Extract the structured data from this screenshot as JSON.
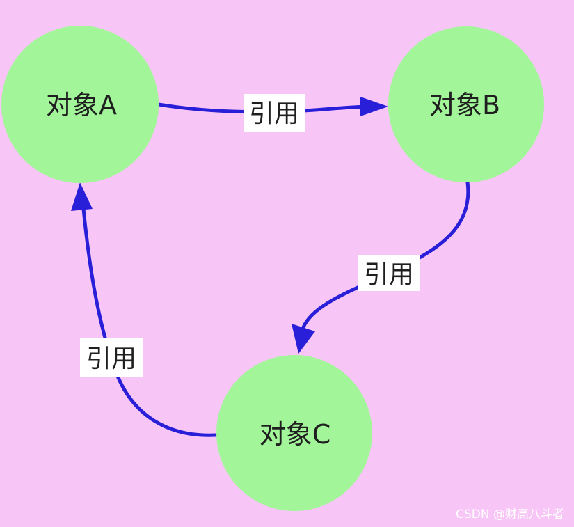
{
  "diagram": {
    "nodes": {
      "a": {
        "label": "对象A"
      },
      "b": {
        "label": "对象B"
      },
      "c": {
        "label": "对象C"
      }
    },
    "edges": {
      "a_to_b": {
        "label": "引用"
      },
      "b_to_c": {
        "label": "引用"
      },
      "c_to_a": {
        "label": "引用"
      }
    }
  },
  "watermark": "CSDN @财高八斗者",
  "colors": {
    "background": "#f7c6f6",
    "node_fill": "#a3f59a",
    "edge": "#2a1fd8",
    "label_bg": "#ffffff",
    "text": "#1f1f1f"
  }
}
